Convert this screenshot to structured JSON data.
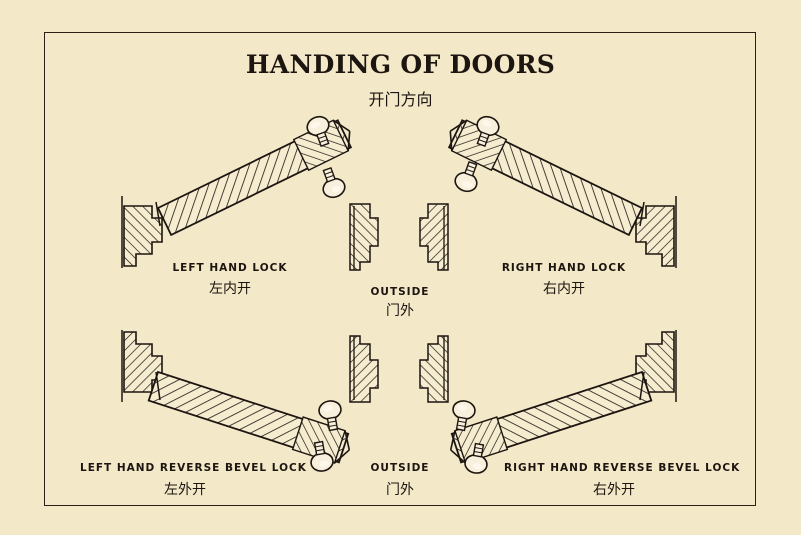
{
  "title": "HANDING OF DOORS",
  "subtitle": "开门方向",
  "labels": {
    "left_hand_lock": "LEFT HAND LOCK",
    "left_hand_lock_cn": "左内开",
    "right_hand_lock": "RIGHT HAND LOCK",
    "right_hand_lock_cn": "右内开",
    "outside_top": "OUTSIDE",
    "outside_top_cn": "门外",
    "left_hand_reverse": "LEFT HAND REVERSE BEVEL LOCK",
    "left_hand_reverse_cn": "左外开",
    "outside_bottom": "OUTSIDE",
    "outside_bottom_cn": "门外",
    "right_hand_reverse": "RIGHT HAND REVERSE BEVEL LOCK",
    "right_hand_reverse_cn": "右外开"
  },
  "colors": {
    "background": "#f3e8c8",
    "ink": "#1c1510"
  }
}
